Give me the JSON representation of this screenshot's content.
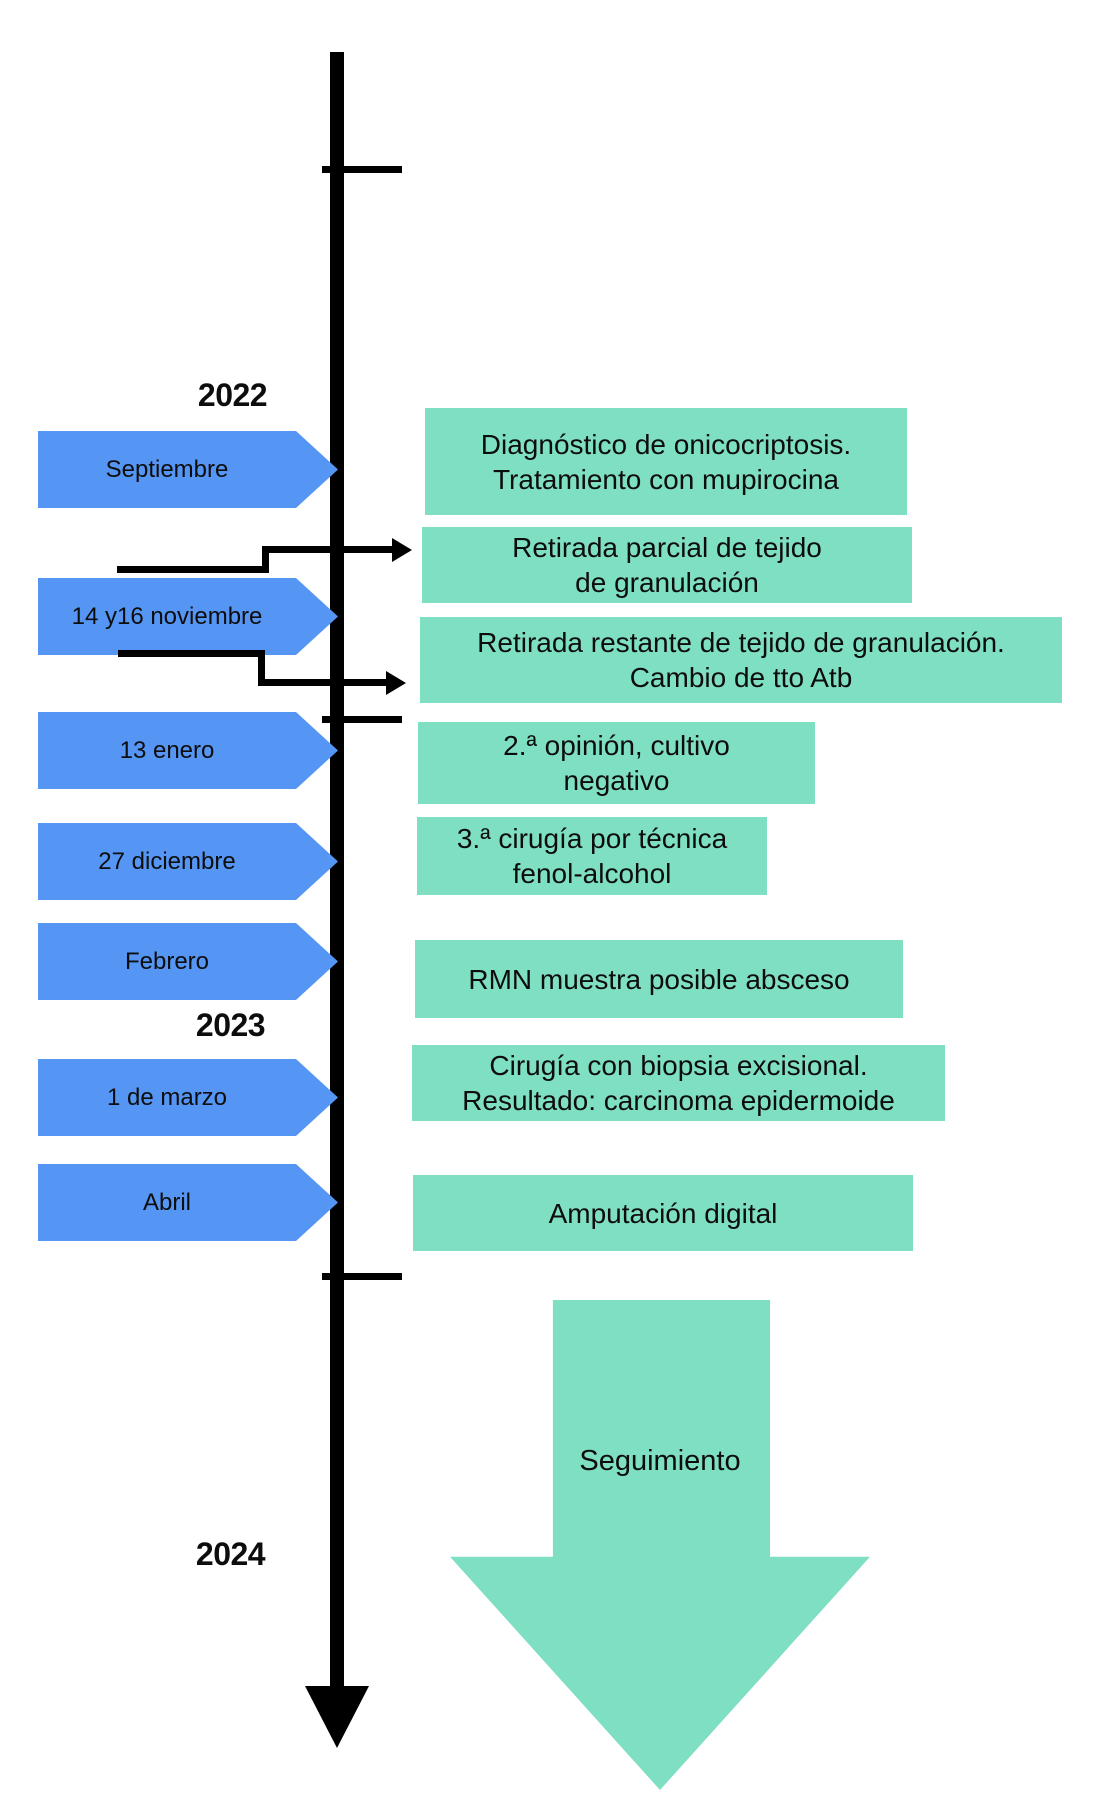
{
  "figure": {
    "type": "clinical-timeline",
    "years": [
      "2022",
      "2023",
      "2024"
    ],
    "dates": [
      "Septiembre",
      "14 y16 noviembre",
      "13 enero",
      "27 diciembre",
      "Febrero",
      "1 de marzo",
      "Abril"
    ],
    "events": [
      "Diagnóstico de onicocriptosis.\nTratamiento con mupirocina",
      "Retirada parcial de tejido\nde granulación",
      "Retirada restante de tejido de granulación.\nCambio de tto Atb",
      "2.ª opinión, cultivo\nnegativo",
      "3.ª cirugía por técnica\nfenol-alcohol",
      "RMN muestra posible absceso",
      "Cirugía con biopsia excisional.\nResultado: carcinoma epidermoide",
      "Amputación digital"
    ],
    "followup_label": "Seguimiento",
    "palette": {
      "date_arrow_blue": "#5596f5",
      "event_box_teal": "#7fdfc3",
      "timeline_black": "#000000",
      "text": "#0d0d0d",
      "background": "#ffffff"
    }
  }
}
